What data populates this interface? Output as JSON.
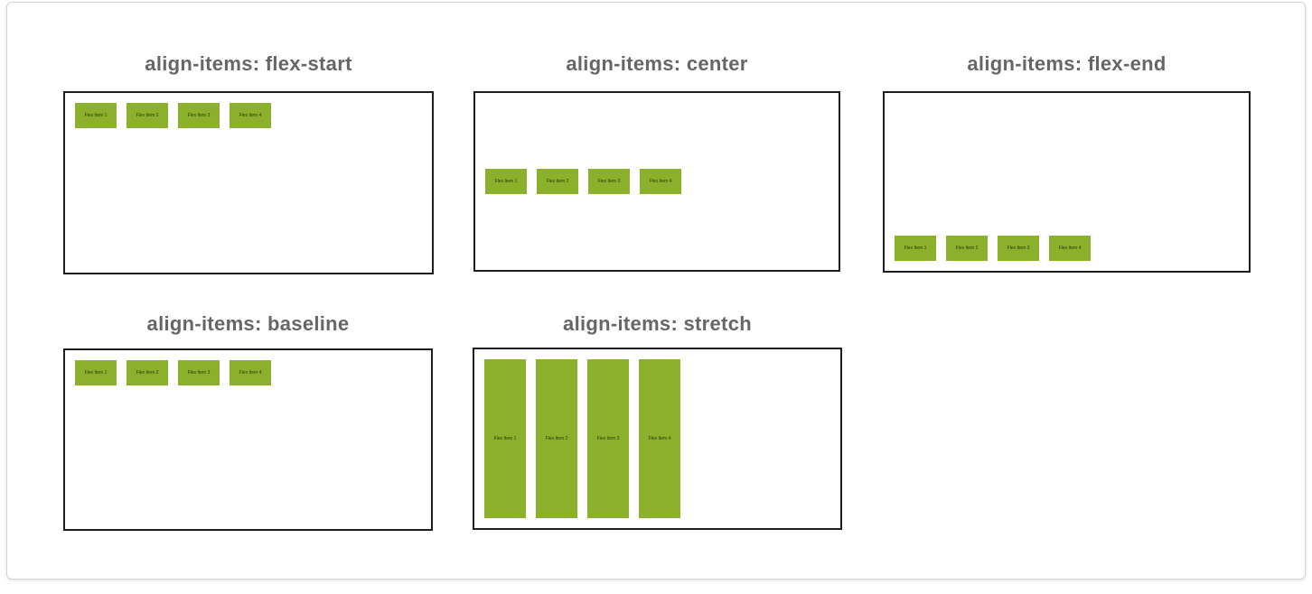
{
  "panels": [
    {
      "title": "align-items: flex-start",
      "items": [
        "Flex Item 1",
        "Flex Item 2",
        "Flex Item 3",
        "Flex Item 4"
      ]
    },
    {
      "title": "align-items: center",
      "items": [
        "Flex Item 1",
        "Flex Item 2",
        "Flex Item 3",
        "Flex Item 4"
      ]
    },
    {
      "title": "align-items: flex-end",
      "items": [
        "Flex Item 1",
        "Flex Item 2",
        "Flex Item 3",
        "Flex Item 4"
      ]
    },
    {
      "title": "align-items: baseline",
      "items": [
        "Flex Item 1",
        "Flex Item 2",
        "Flex Item 3",
        "Flex Item 4"
      ]
    },
    {
      "title": "align-items: stretch",
      "items": [
        "Flex Item 1",
        "Flex Item 2",
        "Flex Item 3",
        "Flex Item 4"
      ]
    }
  ],
  "colors": {
    "item_fill": "#8bb02c",
    "title_text": "#666666",
    "box_border": "#1e1e1e"
  }
}
